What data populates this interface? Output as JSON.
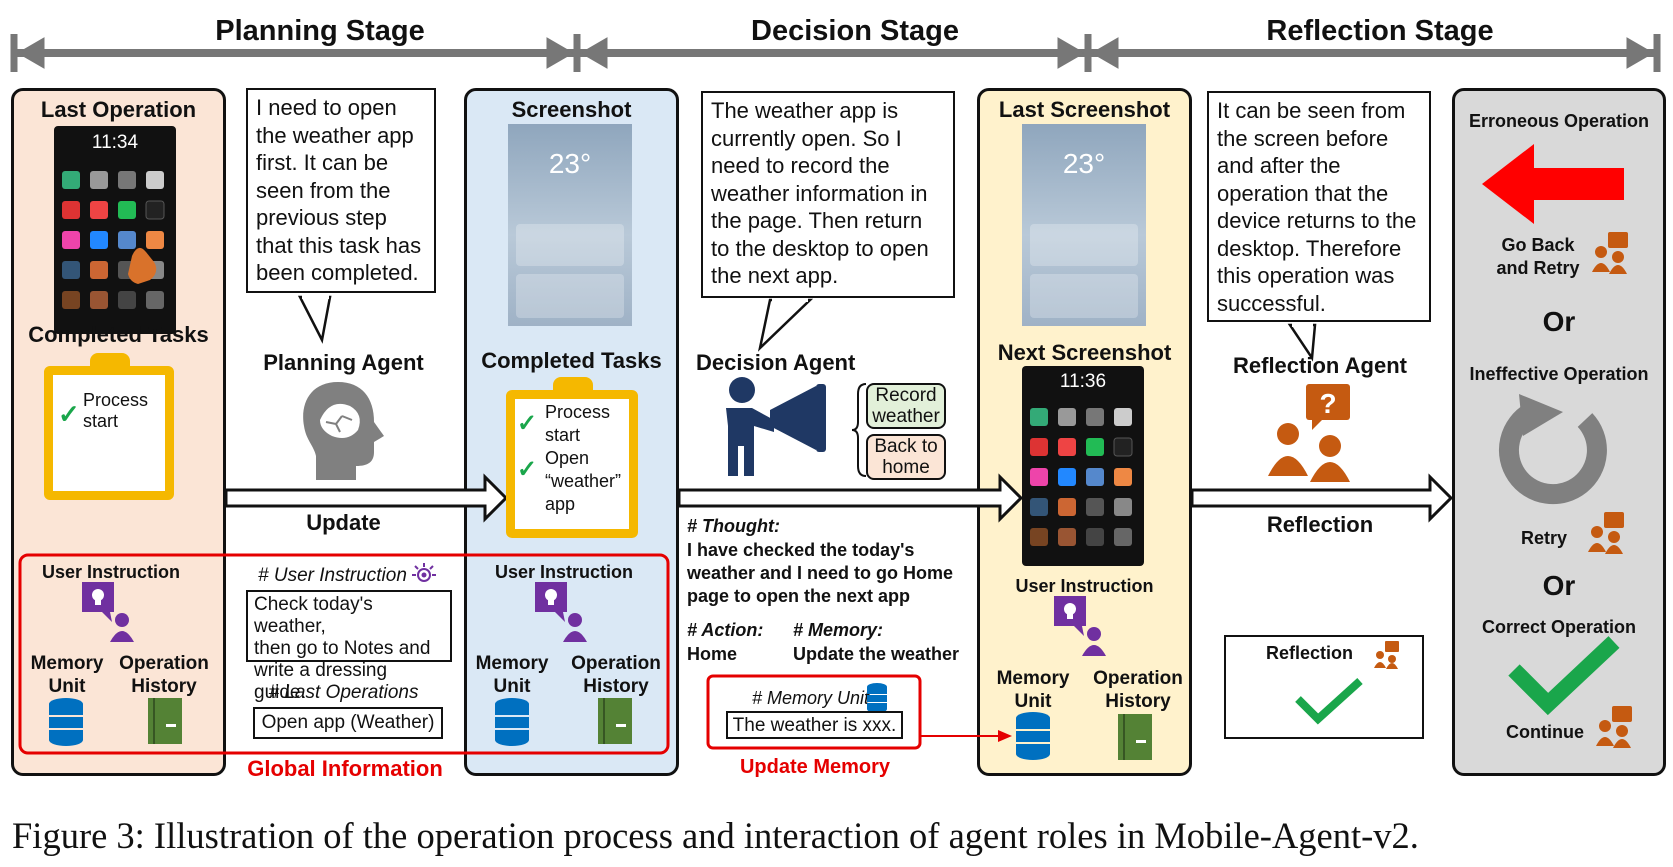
{
  "stages": {
    "planning": "Planning Stage",
    "decision": "Decision Stage",
    "reflection": "Reflection Stage"
  },
  "planning_panel": {
    "last_operation": "Last Operation",
    "phone_time": "11:34",
    "completed_tasks": "Completed Tasks",
    "tasks": [
      "Process start"
    ],
    "user_instruction": "User Instruction",
    "memory_unit": [
      "Memory",
      "Unit"
    ],
    "operation_history": [
      "Operation",
      "History"
    ]
  },
  "planning_agent": {
    "thought": [
      "I need to open",
      "the weather app",
      "first. It can be",
      "seen from the",
      "previous step",
      "that this task has",
      "been completed."
    ],
    "name": "Planning Agent",
    "user_instruction_header": "# User Instruction",
    "user_instruction_text": [
      "Check today's weather,",
      "then go to Notes and",
      "write a dressing guide."
    ],
    "last_operations_header": "# Last Operations",
    "last_operations_text": "Open app (Weather)",
    "update_label": "Update",
    "global_information": "Global Information"
  },
  "decision_panel": {
    "screenshot": "Screenshot",
    "weather_temp": "23°",
    "completed_tasks": "Completed Tasks",
    "tasks": [
      "Process start",
      "Open “weather” app"
    ],
    "user_instruction": "User Instruction",
    "memory_unit": [
      "Memory",
      "Unit"
    ],
    "operation_history": [
      "Operation",
      "History"
    ]
  },
  "decision_agent": {
    "thought": [
      "The weather app is",
      "currently open. So I",
      "need to record the",
      "weather information in",
      "the page. Then return",
      "to the desktop to open",
      "the next app."
    ],
    "name": "Decision Agent",
    "options": [
      [
        "Record",
        "weather"
      ],
      [
        "Back to",
        "home"
      ]
    ],
    "thought_header": "# Thought:",
    "thought_text": [
      "I have checked the today's",
      "weather and I need to go Home",
      "page to open the next app"
    ],
    "action_header": "# Action:",
    "action_text": "Home",
    "memory_header": "# Memory:",
    "memory_text": "Update the weather",
    "memory_unit_header": "# Memory Unit",
    "memory_unit_text": "The weather is xxx.",
    "update_memory": "Update Memory"
  },
  "reflection_panel": {
    "last_screenshot": "Last Screenshot",
    "weather_temp": "23°",
    "next_screenshot": "Next Screenshot",
    "phone_time": "11:36",
    "user_instruction": "User Instruction",
    "memory_unit": [
      "Memory",
      "Unit"
    ],
    "operation_history": [
      "Operation",
      "History"
    ]
  },
  "reflection_agent": {
    "thought": [
      "It can be seen from",
      "the screen before",
      "and after the",
      "operation that the",
      "device returns to the",
      "desktop. Therefore",
      "this operation was",
      "successful."
    ],
    "name": "Reflection Agent",
    "reflection_label": "Reflection",
    "result_title": "Reflection"
  },
  "outcomes": {
    "erroneous": "Erroneous Operation",
    "go_back": [
      "Go Back",
      "and Retry"
    ],
    "or1": "Or",
    "ineffective": "Ineffective Operation",
    "retry": "Retry",
    "or2": "Or",
    "correct": "Correct Operation",
    "continue": "Continue"
  },
  "caption": "Figure 3: Illustration of the operation process and interaction of agent roles in Mobile-Agent-v2.",
  "colors": {
    "planning_bg": "#fbe5d6",
    "decision_bg": "#dae8f5",
    "reflection_bg": "#fff2cc",
    "outcome_bg": "#d9d9d9",
    "red": "#e50000",
    "green": "#1aa64b",
    "orange": "#c55a11",
    "purple": "#7030a0",
    "blue": "#0070c0",
    "gold": "#f5b800",
    "navy": "#1f3864"
  }
}
